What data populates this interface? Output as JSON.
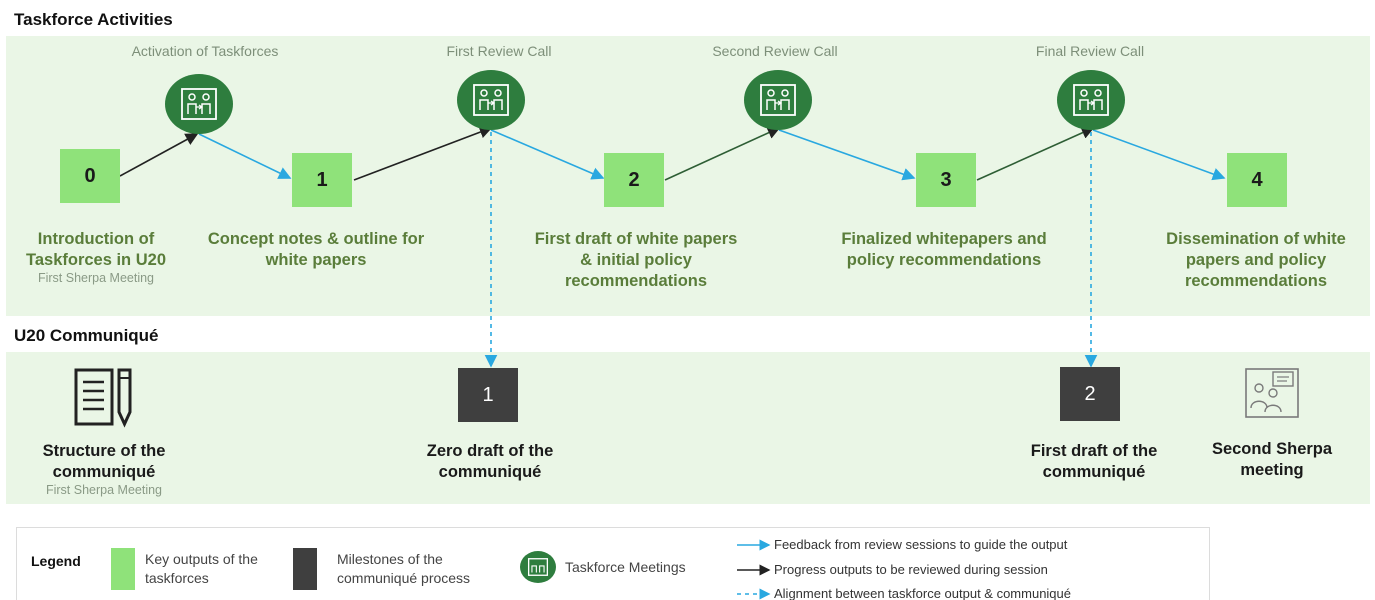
{
  "sections": {
    "taskforce_title": "Taskforce Activities",
    "communique_title": "U20 Communiqué"
  },
  "meetings": [
    {
      "label": "Activation of Taskforces"
    },
    {
      "label": "First Review Call"
    },
    {
      "label": "Second Review Call"
    },
    {
      "label": "Final Review Call"
    }
  ],
  "outputs": [
    {
      "number": "0",
      "text": "Introduction of Taskforces in U20",
      "sub": "First Sherpa Meeting"
    },
    {
      "number": "1",
      "text": "Concept notes & outline for white papers",
      "sub": ""
    },
    {
      "number": "2",
      "text": "First draft of white papers & initial policy recommendations",
      "sub": ""
    },
    {
      "number": "3",
      "text": "Finalized whitepapers and policy recommendations",
      "sub": ""
    },
    {
      "number": "4",
      "text": "Dissemination of white papers and policy recommendations",
      "sub": ""
    }
  ],
  "communique": {
    "structure": {
      "text": "Structure of the communiqué",
      "sub": "First Sherpa Meeting",
      "icon": "document-pen-icon"
    },
    "milestone1": {
      "number": "1",
      "text": "Zero draft of the communiqué"
    },
    "milestone2": {
      "number": "2",
      "text": "First draft of the communiqué"
    },
    "sherpa": {
      "text": "Second Sherpa meeting",
      "icon": "meeting-presentation-icon"
    }
  },
  "legend": {
    "title": "Legend",
    "key_outputs": "Key outputs of the taskforces",
    "milestones": "Milestones of the communiqué process",
    "meetings": "Taskforce Meetings",
    "feedback": "Feedback from review sessions to guide the output",
    "progress": "Progress outputs to be reviewed during session",
    "alignment": "Alignment between taskforce output & communiqué"
  },
  "colors": {
    "band": "#eaf6e6",
    "output_box": "#8fe27a",
    "meeting_circle": "#2e7d3e",
    "milestone_box": "#3f3f3f",
    "feedback_arrow": "#29a8e0",
    "progress_arrow": "#222222",
    "output_text": "#5a7d3a"
  }
}
